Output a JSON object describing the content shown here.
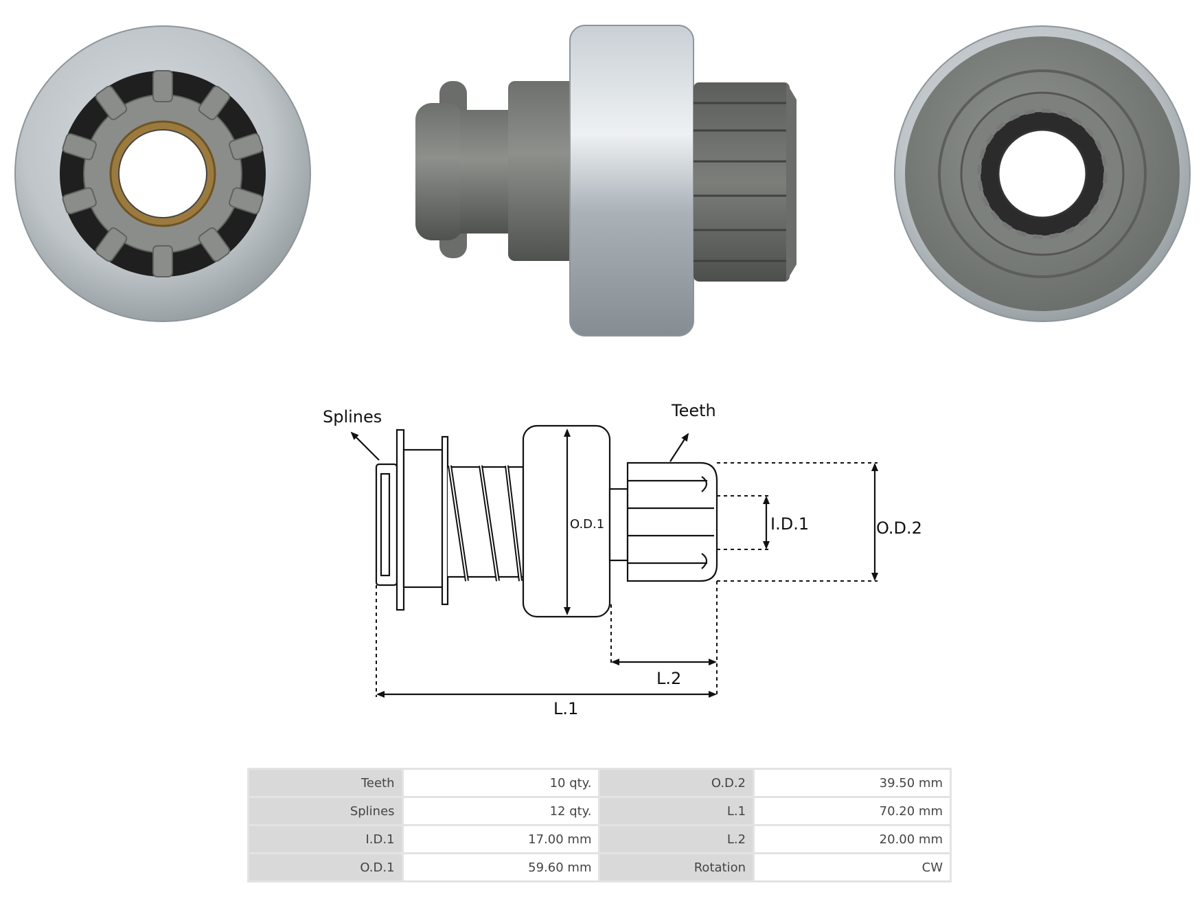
{
  "diagram": {
    "callouts": {
      "splines": "Splines",
      "teeth": "Teeth"
    },
    "dimensions": {
      "od1": "O.D.1",
      "id1": "I.D.1",
      "od2": "O.D.2",
      "l1": "L.1",
      "l2": "L.2"
    }
  },
  "specs": {
    "rows": [
      {
        "label_a": "Teeth",
        "value_a": "10 qty.",
        "label_b": "O.D.2",
        "value_b": "39.50 mm"
      },
      {
        "label_a": "Splines",
        "value_a": "12 qty.",
        "label_b": "L.1",
        "value_b": "70.20 mm"
      },
      {
        "label_a": "I.D.1",
        "value_a": "17.00 mm",
        "label_b": "L.2",
        "value_b": "20.00 mm"
      },
      {
        "label_a": "O.D.1",
        "value_a": "59.60 mm",
        "label_b": "Rotation",
        "value_b": "CW"
      }
    ]
  },
  "colors": {
    "metal_light": "#c7cdd1",
    "metal_dark": "#5e625f",
    "line": "#111111"
  }
}
